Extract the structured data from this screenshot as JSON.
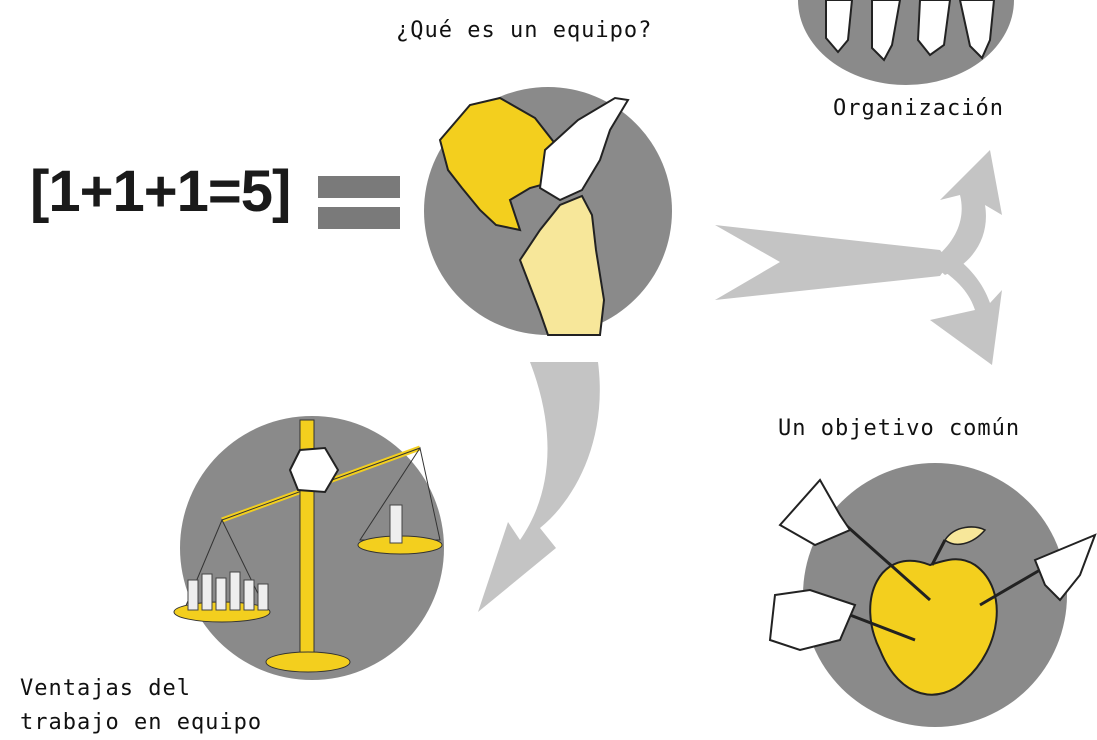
{
  "labels": {
    "question": "¿Qué es un equipo?",
    "organization": "Organización",
    "common_goal": "Un objetivo común",
    "advantages_line1": "Ventajas del",
    "advantages_line2": "trabajo en equipo"
  },
  "equation": "[1+1+1=5]",
  "colors": {
    "circle": "#8a8a8a",
    "arrow": "#c4c4c4",
    "accent_yellow": "#f3cf1e",
    "light_yellow": "#f7e79a",
    "equals_bars": "#7a7a7a"
  }
}
